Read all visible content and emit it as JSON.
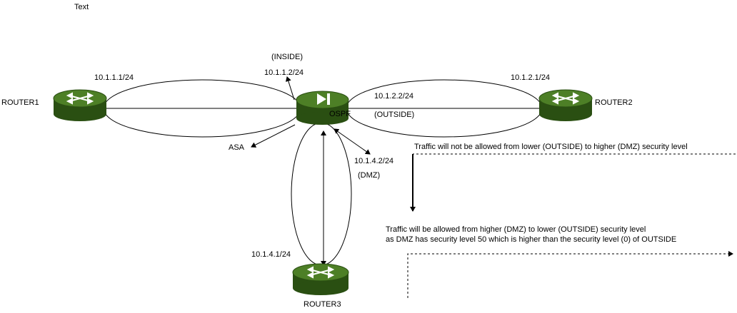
{
  "colors": {
    "router_fill": "#3b6b1c",
    "router_top": "#4d7f26",
    "router_dark": "#2a4f12",
    "ink": "#000000"
  },
  "labels": {
    "text_placeholder": "Text",
    "router1": "ROUTER1",
    "router2": "ROUTER2",
    "router3": "ROUTER3",
    "asa": "ASA",
    "ospf": "OSPF",
    "inside": "(INSIDE)",
    "outside": "(OUTSIDE)",
    "dmz": "(DMZ)",
    "ip_r1": "10.1.1.1/24",
    "ip_asa_inside": "10.1.1.2/24",
    "ip_r2": "10.1.2.1/24",
    "ip_asa_outside": "10.1.2.2/24",
    "ip_asa_dmz": "10.1.4.2/24",
    "ip_r3": "10.1.4.1/24"
  },
  "notes": {
    "not_allowed": "Traffic will not be allowed from lower (OUTSIDE) to higher (DMZ) security level",
    "allowed_line1": "Traffic will  be allowed from higher  (DMZ) to lower (OUTSIDE) security level",
    "allowed_line2": "as DMZ has security level 50 which is higher than the security level (0) of OUTSIDE"
  },
  "icons": {
    "router": "router-icon",
    "firewall": "asa-firewall-icon"
  }
}
